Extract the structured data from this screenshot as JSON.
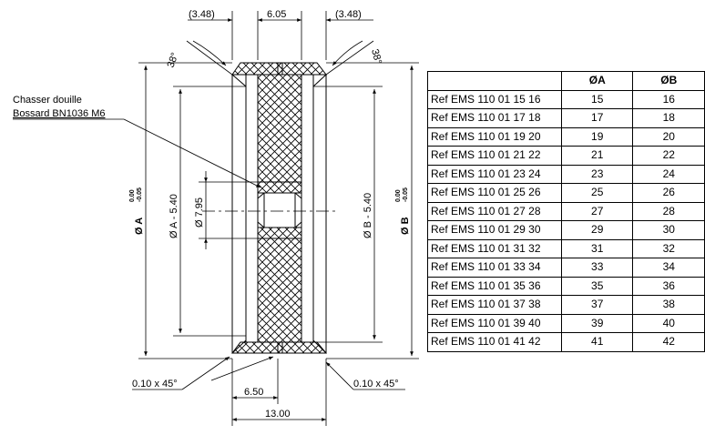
{
  "drawing": {
    "dim_top_left": "(3.48)",
    "dim_top_center": "6.05",
    "dim_top_right": "(3.48)",
    "angle_left": "38°",
    "angle_right": "38°",
    "label_line1": "Chasser douille",
    "label_line2": "Bossard BN1036 M6",
    "dim_dia_a_prefix": "Ø A",
    "dim_dia_a_tol_upper": "0.00",
    "dim_dia_a_tol_lower": "-0.05",
    "dim_dia_a_minus": "Ø A - 5.40",
    "dim_bore": "Ø 7.95",
    "dim_dia_b_minus": "Ø B - 5.40",
    "dim_dia_b_prefix": "Ø B",
    "dim_dia_b_tol_upper": "0.00",
    "dim_dia_b_tol_lower": "-0.05",
    "chamfer_left": "0.10 x 45°",
    "chamfer_right": "0.10 x 45°",
    "dim_half_width": "6.50",
    "dim_total_width": "13.00"
  },
  "table": {
    "headers": [
      "",
      "ØA",
      "ØB"
    ],
    "rows": [
      [
        "Ref EMS 110 01 15 16",
        "15",
        "16"
      ],
      [
        "Ref EMS 110 01 17 18",
        "17",
        "18"
      ],
      [
        "Ref EMS 110 01 19 20",
        "19",
        "20"
      ],
      [
        "Ref EMS 110 01 21 22",
        "21",
        "22"
      ],
      [
        "Ref EMS 110 01 23 24",
        "23",
        "24"
      ],
      [
        "Ref EMS 110 01 25 26",
        "25",
        "26"
      ],
      [
        "Ref EMS 110 01 27 28",
        "27",
        "28"
      ],
      [
        "Ref EMS 110 01 29 30",
        "29",
        "30"
      ],
      [
        "Ref EMS 110 01 31 32",
        "31",
        "32"
      ],
      [
        "Ref EMS 110 01 33 34",
        "33",
        "34"
      ],
      [
        "Ref EMS 110 01 35 36",
        "35",
        "36"
      ],
      [
        "Ref EMS 110 01 37 38",
        "37",
        "38"
      ],
      [
        "Ref EMS 110 01 39 40",
        "39",
        "40"
      ],
      [
        "Ref EMS 110 01 41 42",
        "41",
        "42"
      ]
    ]
  }
}
